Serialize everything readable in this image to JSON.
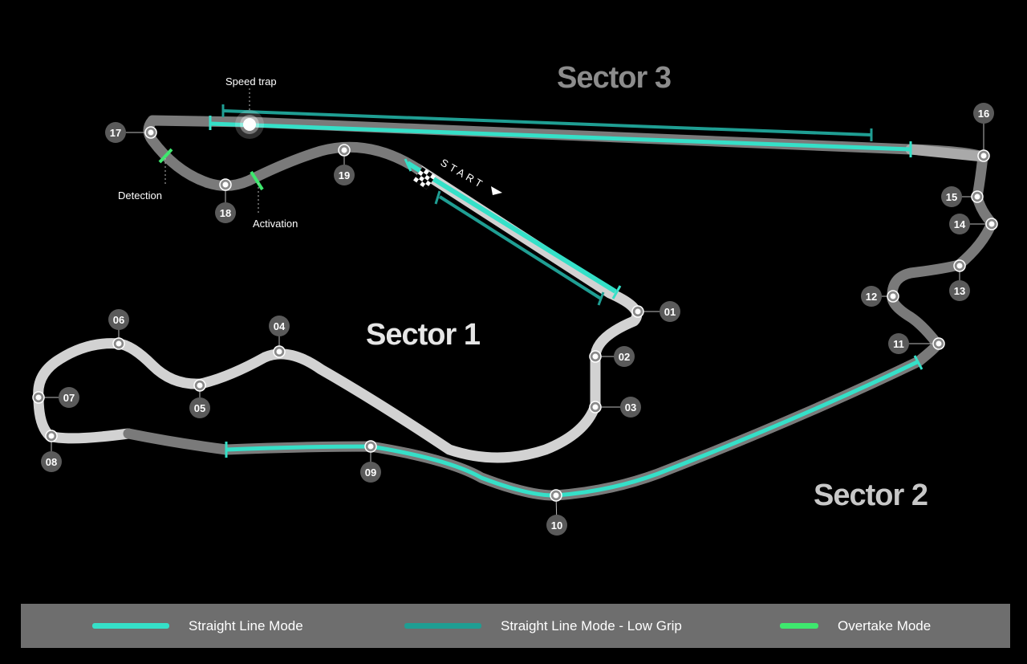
{
  "colors": {
    "background": "#000000",
    "track_light": "#d0d0d0",
    "track_dark": "#6f6f6f",
    "straight_line_mode": "#35e0c8",
    "straight_line_mode_low_grip": "#1f9e93",
    "overtake_mode": "#3ee86e",
    "marker": "#5a5a5a",
    "legend_bg": "#6e6e6e"
  },
  "sectors": {
    "sector1": "Sector 1",
    "sector2": "Sector 2",
    "sector3": "Sector 3"
  },
  "labels": {
    "speed_trap": "Speed trap",
    "detection": "Detection",
    "activation": "Activation",
    "start": "START"
  },
  "turns": [
    "01",
    "02",
    "03",
    "04",
    "05",
    "06",
    "07",
    "08",
    "09",
    "10",
    "11",
    "12",
    "13",
    "14",
    "15",
    "16",
    "17",
    "18",
    "19"
  ],
  "legend": [
    {
      "label": "Straight Line Mode",
      "color": "#35e0c8"
    },
    {
      "label": "Straight Line Mode - Low Grip",
      "color": "#1f9e93"
    },
    {
      "label": "Overtake Mode",
      "color": "#3ee86e"
    }
  ]
}
